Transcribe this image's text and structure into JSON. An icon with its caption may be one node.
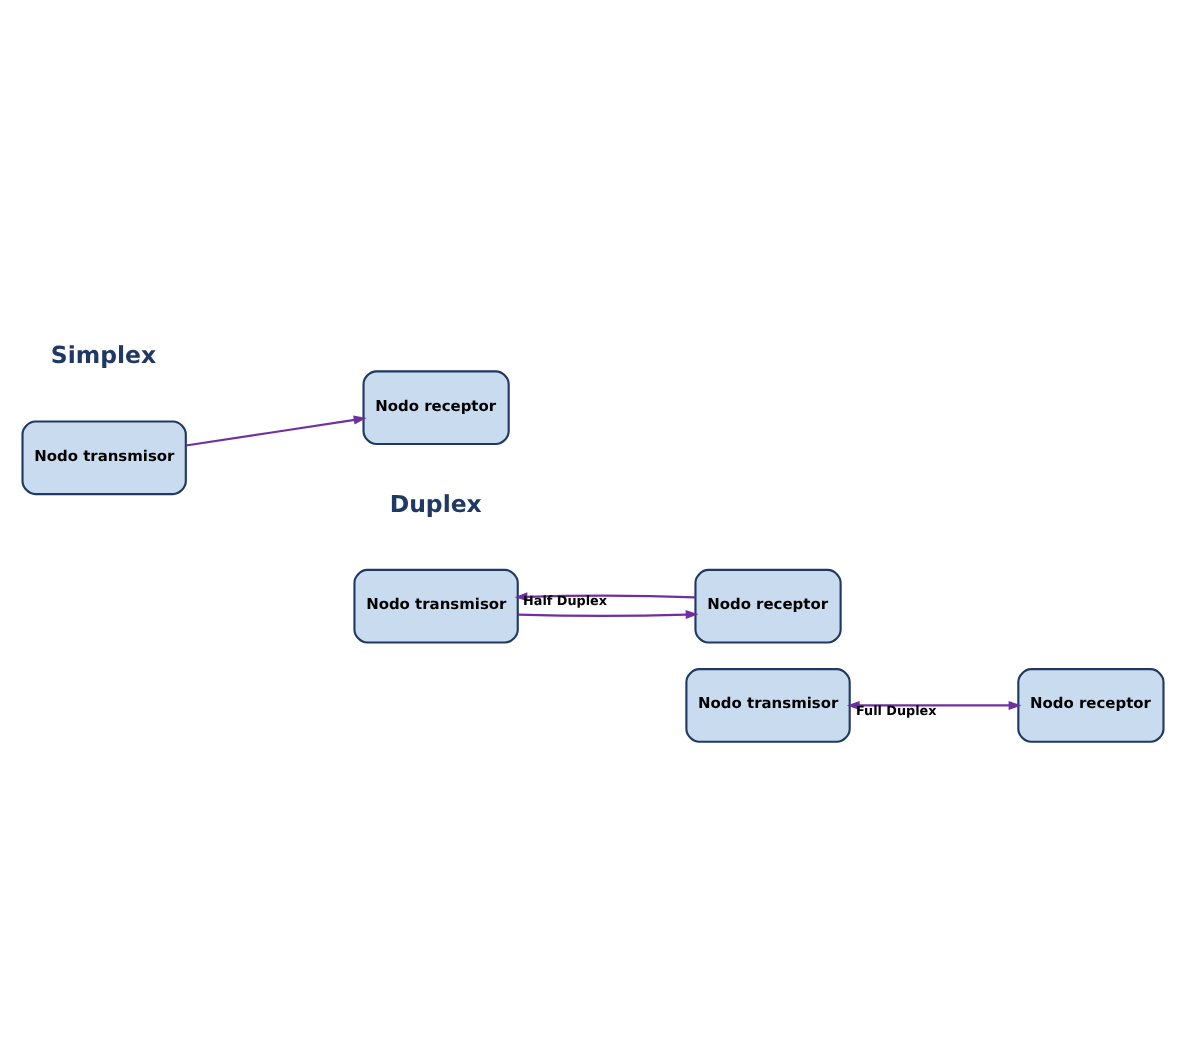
{
  "diagram": {
    "nodes": [
      {
        "text": [
          "Nodo transmisor"
        ]
      },
      {
        "text": [
          "Nodo receptor"
        ]
      },
      {
        "text": [
          "Nodo transmisor"
        ]
      },
      {
        "text": [
          "Nodo receptor"
        ]
      },
      {
        "text": [
          "Nodo transmisor"
        ]
      },
      {
        "text": [
          "Nodo receptor"
        ]
      }
    ],
    "edges": [
      {
        "from": 0,
        "to": 1,
        "arrow": "to"
      },
      {
        "from": 2,
        "to": 3,
        "arrow": "to"
      },
      {
        "from": 3,
        "to": 2,
        "arrow": "to",
        "label": "Half Duplex"
      },
      {
        "from": 4,
        "to": 5,
        "arrow": "both",
        "label": "Full Duplex"
      }
    ],
    "labels": [
      "Simplex",
      "Duplex"
    ]
  }
}
